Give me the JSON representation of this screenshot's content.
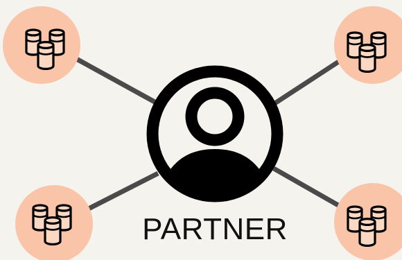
{
  "diagram": {
    "center_label": "PARTNER",
    "center_icon": "user-icon",
    "node_icon": "database-cluster-icon",
    "nodes": [
      "top-left",
      "top-right",
      "bottom-left",
      "bottom-right"
    ]
  },
  "colors": {
    "background": "#f4f3ee",
    "node_fill": "#f9c4a8",
    "connector": "#4a4a4a",
    "icon_stroke": "#000000",
    "cylinder_fill": "#fbd8c4"
  }
}
